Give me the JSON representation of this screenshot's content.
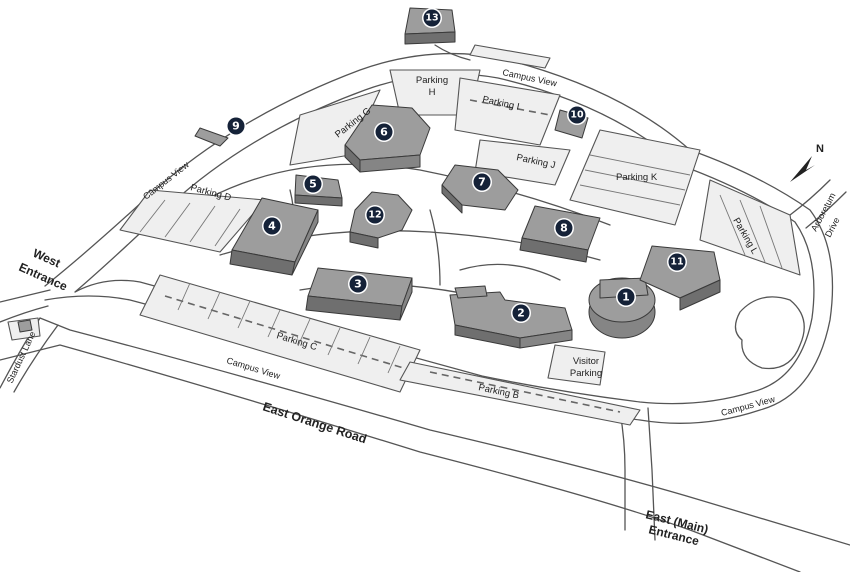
{
  "buildings": [
    {
      "number": "1"
    },
    {
      "number": "2"
    },
    {
      "number": "3"
    },
    {
      "number": "4"
    },
    {
      "number": "5"
    },
    {
      "number": "6"
    },
    {
      "number": "7"
    },
    {
      "number": "8"
    },
    {
      "number": "9"
    },
    {
      "number": "10"
    },
    {
      "number": "11"
    },
    {
      "number": "12"
    },
    {
      "number": "13"
    }
  ],
  "parking": {
    "b": "Parking B",
    "c": "Parking C",
    "d": "Parking D",
    "g": "Parking G",
    "h_line1": "Parking",
    "h_line2": "H",
    "i": "Parking I",
    "j": "Parking J",
    "k": "Parking K",
    "l": "Parking L",
    "visitor_line1": "Visitor",
    "visitor_line2": "Parking"
  },
  "roads": {
    "campus_view": "Campus View",
    "east_orange_road": "East Orange Road",
    "stardust_lane": "Stardust Lane",
    "arboretum_line1": "Arboretum",
    "arboretum_line2": "Drive"
  },
  "entrances": {
    "west_line1": "West",
    "west_line2": "Entrance",
    "east_line1": "East (Main)",
    "east_line2": "Entrance"
  },
  "compass": {
    "label": "N"
  },
  "colors": {
    "building": "#9d9d9d",
    "marker": "#152238",
    "road_outline": "#555555"
  }
}
